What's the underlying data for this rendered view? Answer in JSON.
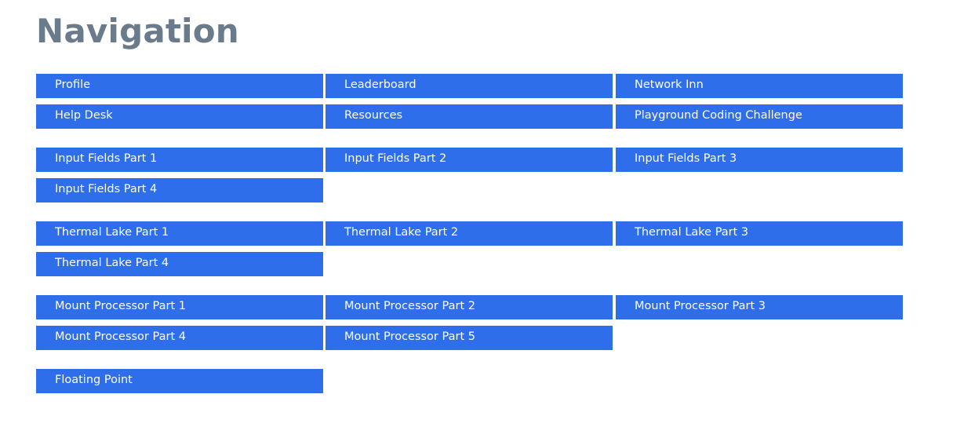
{
  "page": {
    "title": "Navigation"
  },
  "groups": [
    {
      "items": [
        "Profile",
        "Leaderboard",
        "Network Inn",
        "Help Desk",
        "Resources",
        "Playground Coding Challenge"
      ]
    },
    {
      "items": [
        "Input Fields Part 1",
        "Input Fields Part 2",
        "Input Fields Part 3",
        "Input Fields Part 4"
      ]
    },
    {
      "items": [
        "Thermal Lake Part 1",
        "Thermal Lake Part 2",
        "Thermal Lake Part 3",
        "Thermal Lake Part 4"
      ]
    },
    {
      "items": [
        "Mount Processor Part 1",
        "Mount Processor Part 2",
        "Mount Processor Part 3",
        "Mount Processor Part 4",
        "Mount Processor Part 5"
      ]
    },
    {
      "items": [
        "Floating Point"
      ]
    }
  ],
  "colors": {
    "button_bg": "#2f6eea",
    "button_text": "#ffffff",
    "title": "#6a7b8c"
  }
}
